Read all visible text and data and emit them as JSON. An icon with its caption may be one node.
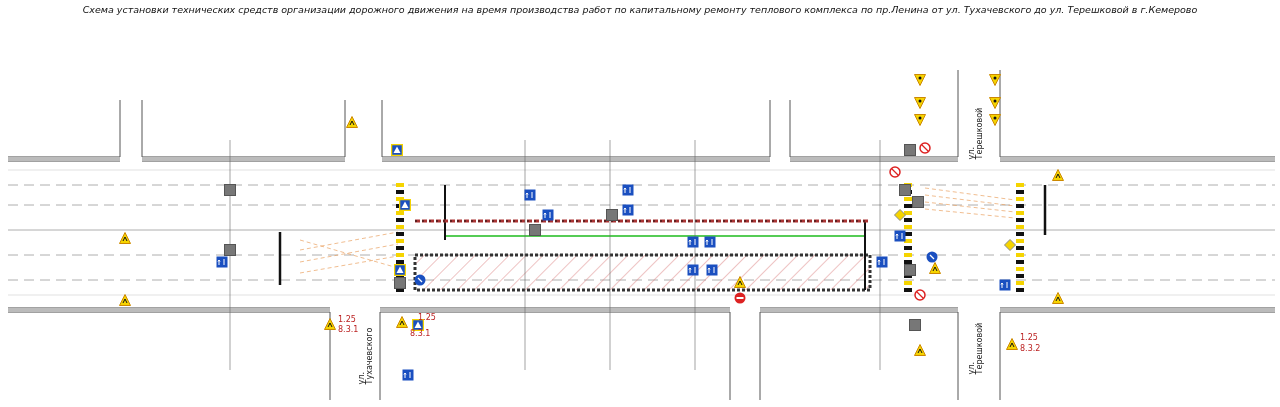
{
  "diagram": {
    "title": "Схема установки технических средств организации дорожного движения на время производства работ по капитальному ремонту теплового комплекса по пр.Ленина от ул. Тухачевского до ул. Терешковой в г.Кемерово",
    "labels": [
      "ул. Терешковой",
      "ул. Тухачевского",
      "ул. Терешковой",
      "1.25",
      "8.3.1",
      "1.25",
      "8.3.1",
      "1.25",
      "8.3.2"
    ]
  }
}
